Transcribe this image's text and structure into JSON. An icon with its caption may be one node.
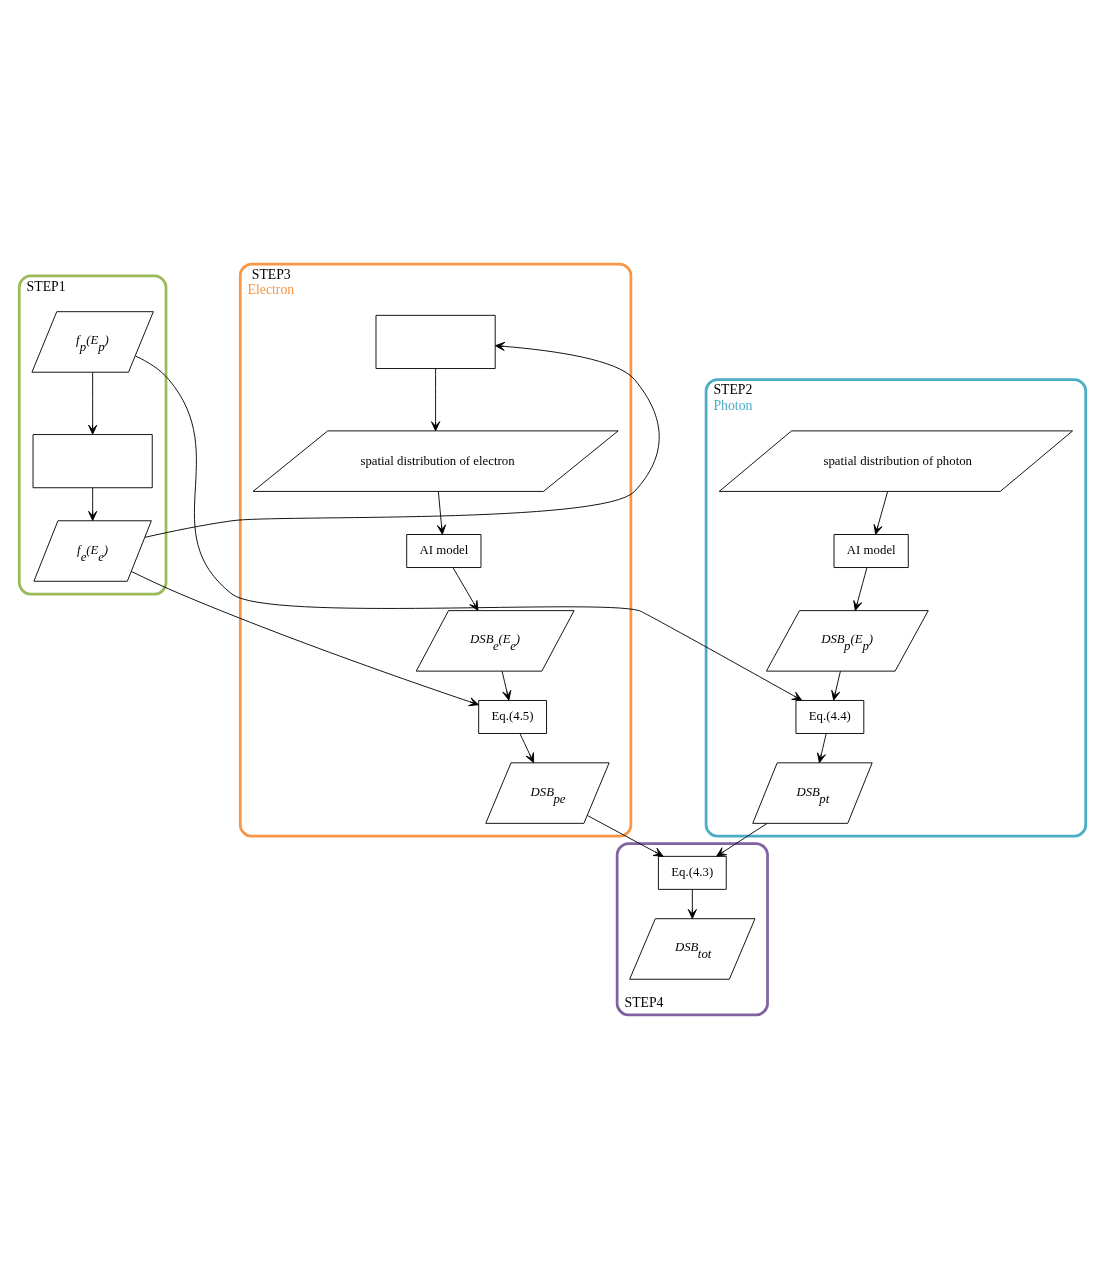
{
  "diagram": {
    "nodes": [
      {
        "text": [
          "STEP1"
        ]
      },
      {
        "text": [
          "f$_{p}$(E$_{p}$)"
        ],
        "in": 0
      },
      {
        "text": [],
        "shape": "box",
        "in": 0
      },
      {
        "text": [
          "f$_{e}$(E$_{e}$)"
        ],
        "in": 0
      },
      {
        "text": [
          "STEP2",
          "Photon"
        ]
      },
      {
        "text": [
          "spatial distribution of photon"
        ],
        "in": 4
      },
      {
        "text": [
          "AI model"
        ],
        "in": 4
      },
      {
        "text": [
          "DSB$_{p}$(E$_{p}$)"
        ],
        "in": 4
      },
      {
        "text": [
          "Eq.(4.4)"
        ],
        "in": 4
      },
      {
        "text": [
          "DSB$_{pt}$"
        ],
        "in": 4
      },
      {
        "text": [
          "STEP3",
          "Electron"
        ]
      },
      {
        "text": [],
        "shape": "box",
        "in": 10
      },
      {
        "text": [
          "spatial distribution of electron"
        ],
        "in": 10
      },
      {
        "text": [
          "AI model"
        ],
        "in": 10
      },
      {
        "text": [
          "DSB$_{e}$(E$_{e}$)"
        ],
        "in": 10
      },
      {
        "text": [
          "Eq.(4.5)"
        ],
        "in": 10
      },
      {
        "text": [
          "DSB$_{pe}$"
        ],
        "in": 10
      },
      {
        "text": [
          "STEP4"
        ]
      },
      {
        "text": [
          "Eq.(4.3)"
        ],
        "in": 17
      },
      {
        "text": [
          "DSB$_{tot}$"
        ],
        "in": 17
      }
    ],
    "edges": [
      {
        "from": 1,
        "to": 2,
        "arrow": "to"
      },
      {
        "from": 2,
        "to": 3,
        "arrow": "to"
      },
      {
        "from": 1,
        "to": 8,
        "arrow": "to"
      },
      {
        "from": 3,
        "to": 11,
        "arrow": "to"
      },
      {
        "from": 3,
        "to": 15,
        "arrow": "to"
      },
      {
        "from": 5,
        "to": 6,
        "arrow": "to"
      },
      {
        "from": 6,
        "to": 7,
        "arrow": "to"
      },
      {
        "from": 7,
        "to": 8,
        "arrow": "to"
      },
      {
        "from": 8,
        "to": 9,
        "arrow": "to"
      },
      {
        "from": 11,
        "to": 12,
        "arrow": "to"
      },
      {
        "from": 12,
        "to": 13,
        "arrow": "to"
      },
      {
        "from": 13,
        "to": 14,
        "arrow": "to"
      },
      {
        "from": 14,
        "to": 15,
        "arrow": "to"
      },
      {
        "from": 15,
        "to": 16,
        "arrow": "to"
      },
      {
        "from": 9,
        "to": 18,
        "arrow": "to"
      },
      {
        "from": 16,
        "to": 18,
        "arrow": "to"
      },
      {
        "from": 18,
        "to": 19,
        "arrow": "to"
      }
    ]
  }
}
